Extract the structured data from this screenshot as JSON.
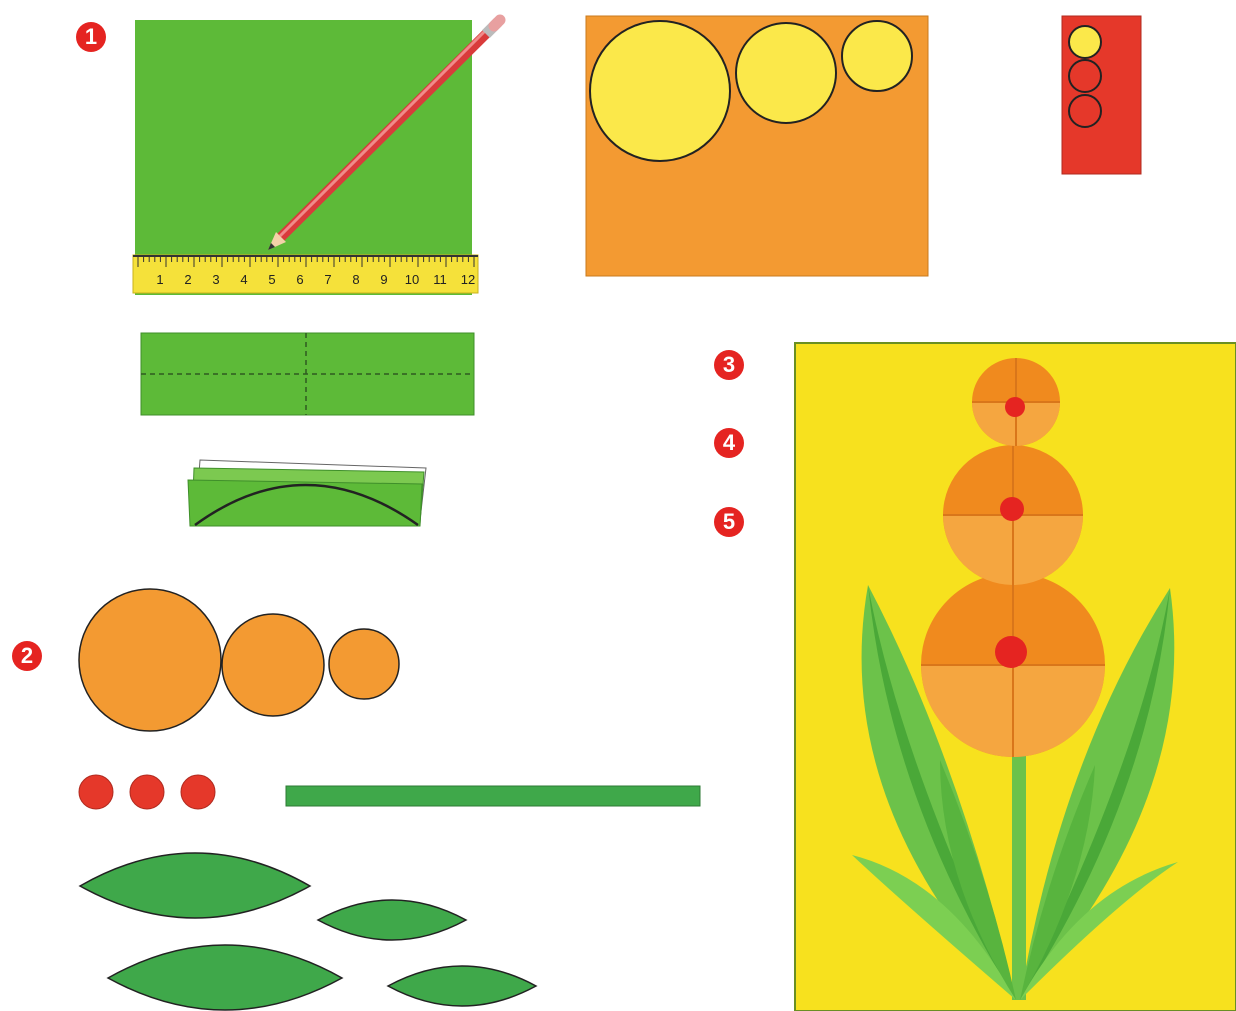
{
  "steps": {
    "s1": "1",
    "s2": "2",
    "s3": "3",
    "s4": "4",
    "s5": "5"
  },
  "ruler": {
    "numbers": [
      "1",
      "2",
      "3",
      "4",
      "5",
      "6",
      "7",
      "8",
      "9",
      "10",
      "11",
      "12"
    ]
  },
  "colors": {
    "green_paper": "#5dba38",
    "orange_paper": "#f39a32",
    "yellow_circle": "#fbe84a",
    "red_paper": "#e5382a",
    "orange_circle": "#f39a32",
    "red_dot": "#e52421",
    "leaf_green": "#3fa84a",
    "background_card": "#f7e11e",
    "step_badge": "#e52421"
  },
  "icons": [
    "pencil-icon",
    "ruler-icon"
  ]
}
